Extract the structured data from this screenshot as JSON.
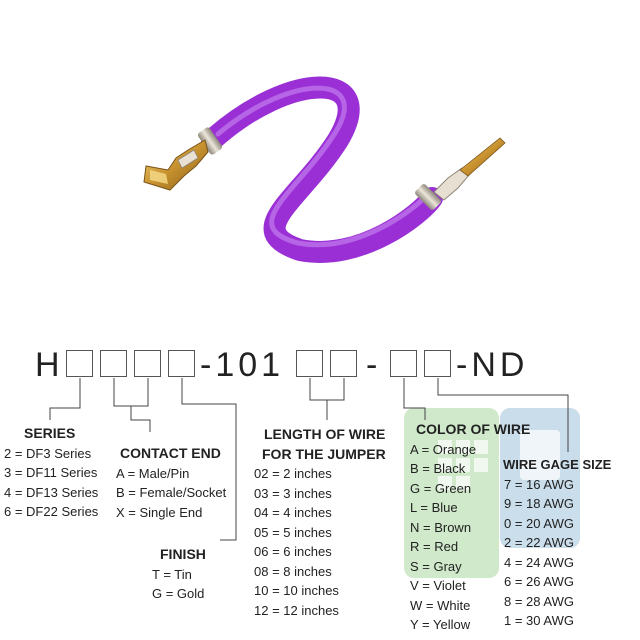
{
  "part_number": {
    "segments": [
      "H",
      "box",
      "box",
      "box",
      "-101",
      "box",
      "box",
      "-",
      "box",
      "box",
      "-ND"
    ]
  },
  "series": {
    "title": "SERIES",
    "items": [
      "2 = DF3 Series",
      "3 = DF11 Series",
      "4 = DF13 Series",
      "6 = DF22 Series"
    ]
  },
  "contact_end": {
    "title": "CONTACT END",
    "items": [
      "A = Male/Pin",
      "B = Female/Socket",
      "X = Single End"
    ]
  },
  "finish": {
    "title": "FINISH",
    "items": [
      "T = Tin",
      "G = Gold"
    ]
  },
  "length": {
    "title_line1": "LENGTH OF WIRE",
    "title_line2": "FOR THE JUMPER",
    "items": [
      "02 = 2 inches",
      "03 = 3 inches",
      "04 = 4 inches",
      "05 = 5 inches",
      "06 = 6 inches",
      "08 = 8 inches",
      "10 = 10 inches",
      "12 = 12 inches"
    ]
  },
  "color": {
    "title": "COLOR OF WIRE",
    "items": [
      "A = Orange",
      "B = Black",
      "G = Green",
      "L = Blue",
      "N = Brown",
      "R = Red",
      "S = Gray",
      "V = Violet",
      "W = White",
      "Y = Yellow"
    ]
  },
  "gage": {
    "title": "WIRE GAGE SIZE",
    "items": [
      "7 = 16 AWG",
      "9 = 18 AWG",
      "0 = 20 AWG",
      "2 = 22 AWG",
      "4 = 24 AWG",
      "6 = 26 AWG",
      "8 = 28 AWG",
      "1 = 30 AWG"
    ]
  },
  "colors": {
    "wire": "#9a2fd6",
    "wire_highlight": "#c98af0",
    "gold": "#d9a645",
    "silver": "#c9c2b6",
    "watermark_green": "#a8d8a0",
    "watermark_blue": "#9ec2dc"
  }
}
